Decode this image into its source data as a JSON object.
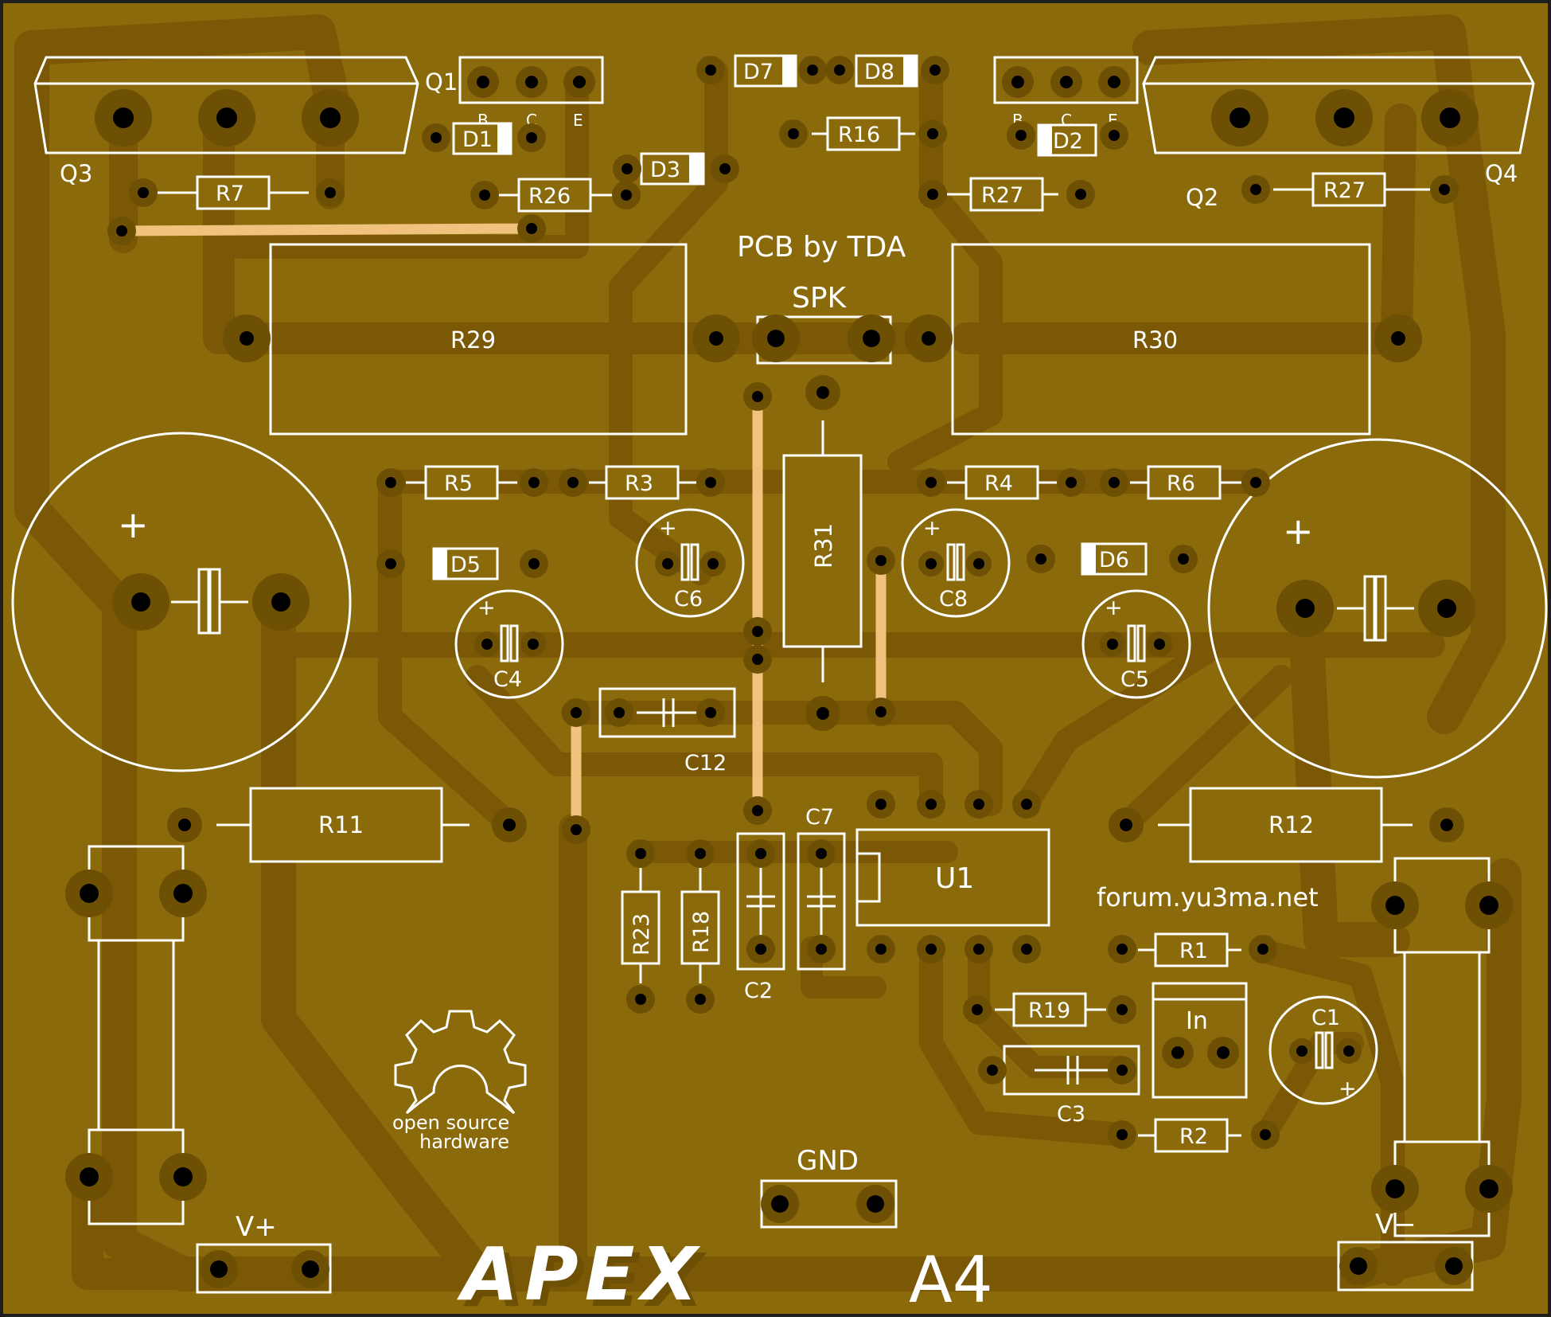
{
  "colors": {
    "board": "#8a6a0a",
    "trace": "#7a5805",
    "pad": "#6e5004",
    "drill": "#000000",
    "silkscreen": "#ffffff",
    "jumper": "#f1c27d"
  },
  "texts": {
    "credit": "PCB by TDA",
    "forum": "forum.yu3ma.net",
    "oshw_line1": "open source",
    "oshw_line2": "hardware",
    "brand": "APEX",
    "model": "A4"
  },
  "terminals": {
    "spk": "SPK",
    "gnd": "GND",
    "vplus": "V+",
    "vminus": "V−",
    "input": "In"
  },
  "transistors": {
    "q1": "Q1",
    "q2": "Q2",
    "q3": "Q3",
    "q4": "Q4",
    "pin_b": "B",
    "pin_c": "C",
    "pin_e": "E"
  },
  "diodes": [
    "D1",
    "D2",
    "D3",
    "D5",
    "D6",
    "D7",
    "D8"
  ],
  "resistors": {
    "r1": "R1",
    "r2": "R2",
    "r3": "R3",
    "r4": "R4",
    "r5": "R5",
    "r6": "R6",
    "r7": "R7",
    "r11": "R11",
    "r12": "R12",
    "r16": "R16",
    "r18": "R18",
    "r19": "R19",
    "r23": "R23",
    "r26": "R26",
    "r27a": "R27",
    "r27b": "R27",
    "r29": "R29",
    "r30": "R30",
    "r31": "R31"
  },
  "capacitors": {
    "c1": "C1",
    "c2": "C2",
    "c3": "C3",
    "c4": "C4",
    "c5": "C5",
    "c6": "C6",
    "c7": "C7",
    "c8": "C8",
    "c12": "C12"
  },
  "ic": {
    "u1": "U1"
  },
  "polarity_plus": "+"
}
